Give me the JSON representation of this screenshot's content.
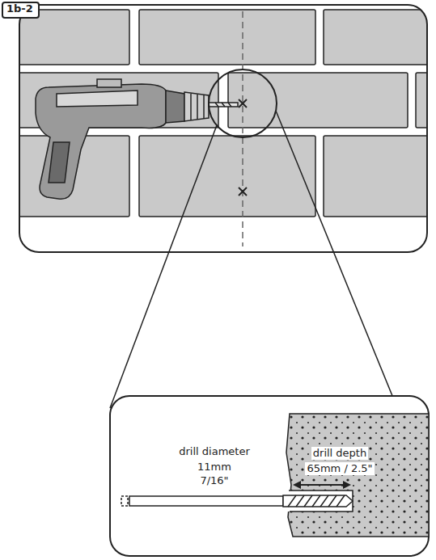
{
  "diagram": {
    "nodes": [
      {
        "text": [
          "1b-2"
        ]
      }
    ],
    "labels": [
      "drill diameter",
      "11mm",
      "7/16\"",
      "drill depth",
      "65mm / 2.5\""
    ]
  }
}
